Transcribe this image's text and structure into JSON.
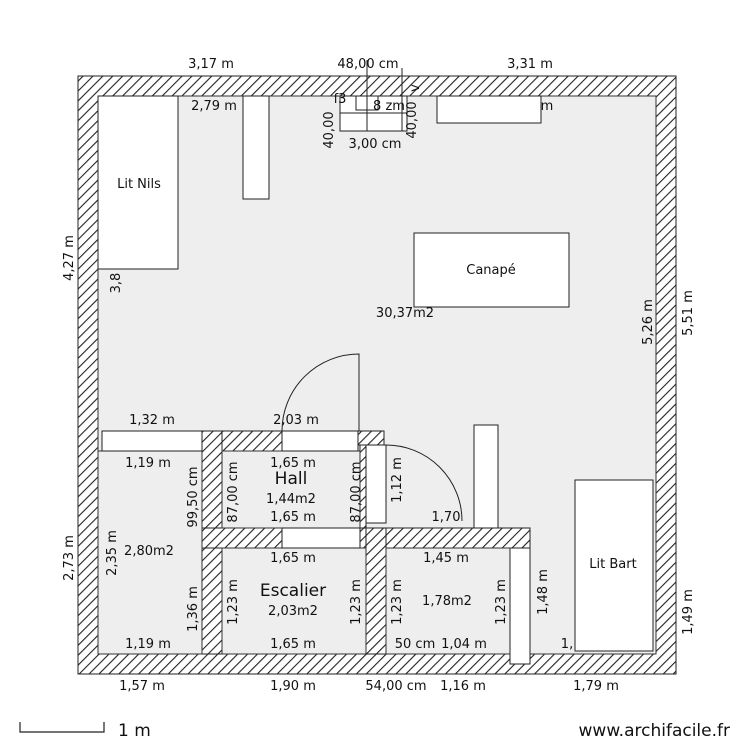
{
  "rooms": {
    "main_area": "30,37m2",
    "hall_name": "Hall",
    "hall_area": "1,44m2",
    "left_area": "2,80m2",
    "stair_name": "Escalier",
    "stair_area": "2,03m2",
    "right_area": "1,78m2"
  },
  "furniture": {
    "lit_nils": "Lit Nils",
    "canape": "Canapé",
    "lit_bart": "Lit Bart"
  },
  "dims": {
    "top_1": "3,17 m",
    "top_2": "48,00 cm",
    "top_3": "3,31 m",
    "d_279": "2,79 m",
    "d_m": "m",
    "d_f3": "f3",
    "d_8zm": "8 zm",
    "d_v": "v",
    "d_40_a": "40,00",
    "d_40_b": "40,00",
    "d_300cm": "3,00 cm",
    "d_38": "3,8",
    "left_427": "4,27 m",
    "right_526": "5,26 m",
    "right_551": "5,51 m",
    "d_132": "1,32 m",
    "d_203": "2,03 m",
    "d_119_top": "1,19 m",
    "d_165_a": "1,65 m",
    "d_9950": "99,50 cm",
    "d_87_a": "87,00 cm",
    "d_87_b": "87,00 cm",
    "d_112": "1,12 m",
    "d_165_b": "1,65 m",
    "d_170": "1,70",
    "d_273": "2,73 m",
    "d_235": "2,35 m",
    "d_136": "1,36 m",
    "d_165_c": "1,65 m",
    "d_145": "1,45 m",
    "d_123_a": "1,23 m",
    "d_123_b": "1,23 m",
    "d_123_c": "1,23 m",
    "d_123_d": "1,23 m",
    "d_148": "1,48 m",
    "d_149": "1,49 m",
    "d_119_bot": "1,19 m",
    "d_165_d": "1,65 m",
    "d_50cm": "50 cm",
    "d_104": "1,04 m",
    "d_1s": "1,",
    "bot_157": "1,57 m",
    "bot_190": "1,90 m",
    "bot_54": "54,00 cm",
    "bot_116": "1,16 m",
    "bot_179": "1,79 m"
  },
  "scale_label": "1 m",
  "watermark": "www.archifacile.fr"
}
